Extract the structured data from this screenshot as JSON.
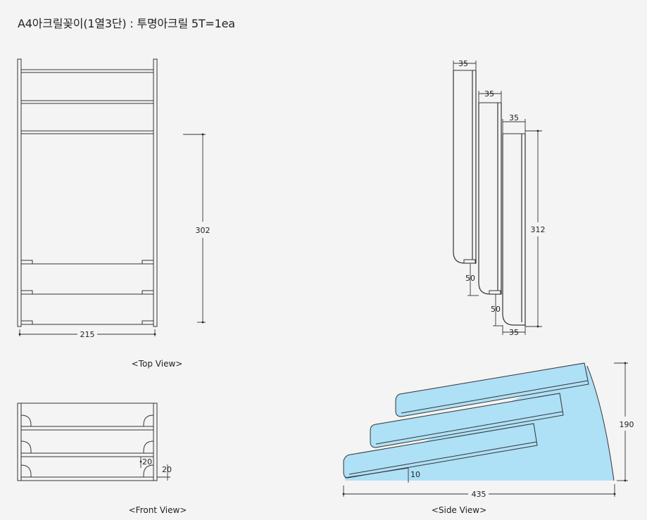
{
  "title": "A4아크릴꽂이(1열3단) : 투명아크릴 5T=1ea",
  "views": {
    "top": {
      "caption": "<Top View>",
      "dims": {
        "width": "215",
        "height": "302"
      }
    },
    "front": {
      "caption": "<Front View>",
      "dims": {
        "gap": "20",
        "height": "20"
      }
    },
    "right": {
      "dims": {
        "d1": "35",
        "d2": "35",
        "d3": "35",
        "d4": "35",
        "h1": "50",
        "h2": "50",
        "total": "312"
      }
    },
    "side": {
      "caption": "<Side View>",
      "dims": {
        "length": "435",
        "height": "190",
        "lip": "10"
      }
    }
  },
  "colors": {
    "acrylic": "#aee0f6",
    "line": "#333333",
    "background": "#f4f4f4"
  }
}
